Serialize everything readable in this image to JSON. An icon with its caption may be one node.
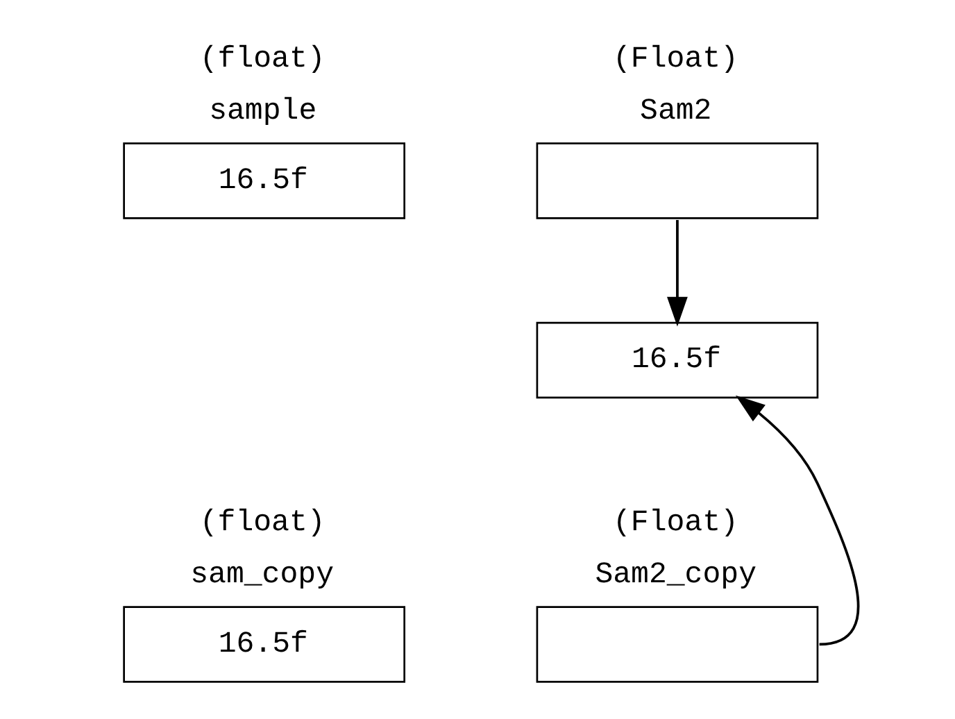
{
  "diagram": {
    "nodes": [
      {
        "text": [
          "16.5f"
        ],
        "beside": [
          "(float)",
          "sample"
        ]
      },
      {
        "text": [],
        "shape": "box",
        "beside": [
          "(Float)",
          "Sam2"
        ]
      },
      {
        "text": [
          "16.5f"
        ]
      },
      {
        "text": [
          "16.5f"
        ],
        "beside": [
          "(float)",
          "sam_copy"
        ]
      },
      {
        "text": [],
        "shape": "box",
        "beside": [
          "(Float)",
          "Sam2_copy"
        ]
      }
    ],
    "edges": [
      {
        "from": 1,
        "to": 2,
        "arrow": "to"
      },
      {
        "from": 4,
        "to": 2,
        "arrow": "to"
      }
    ]
  }
}
